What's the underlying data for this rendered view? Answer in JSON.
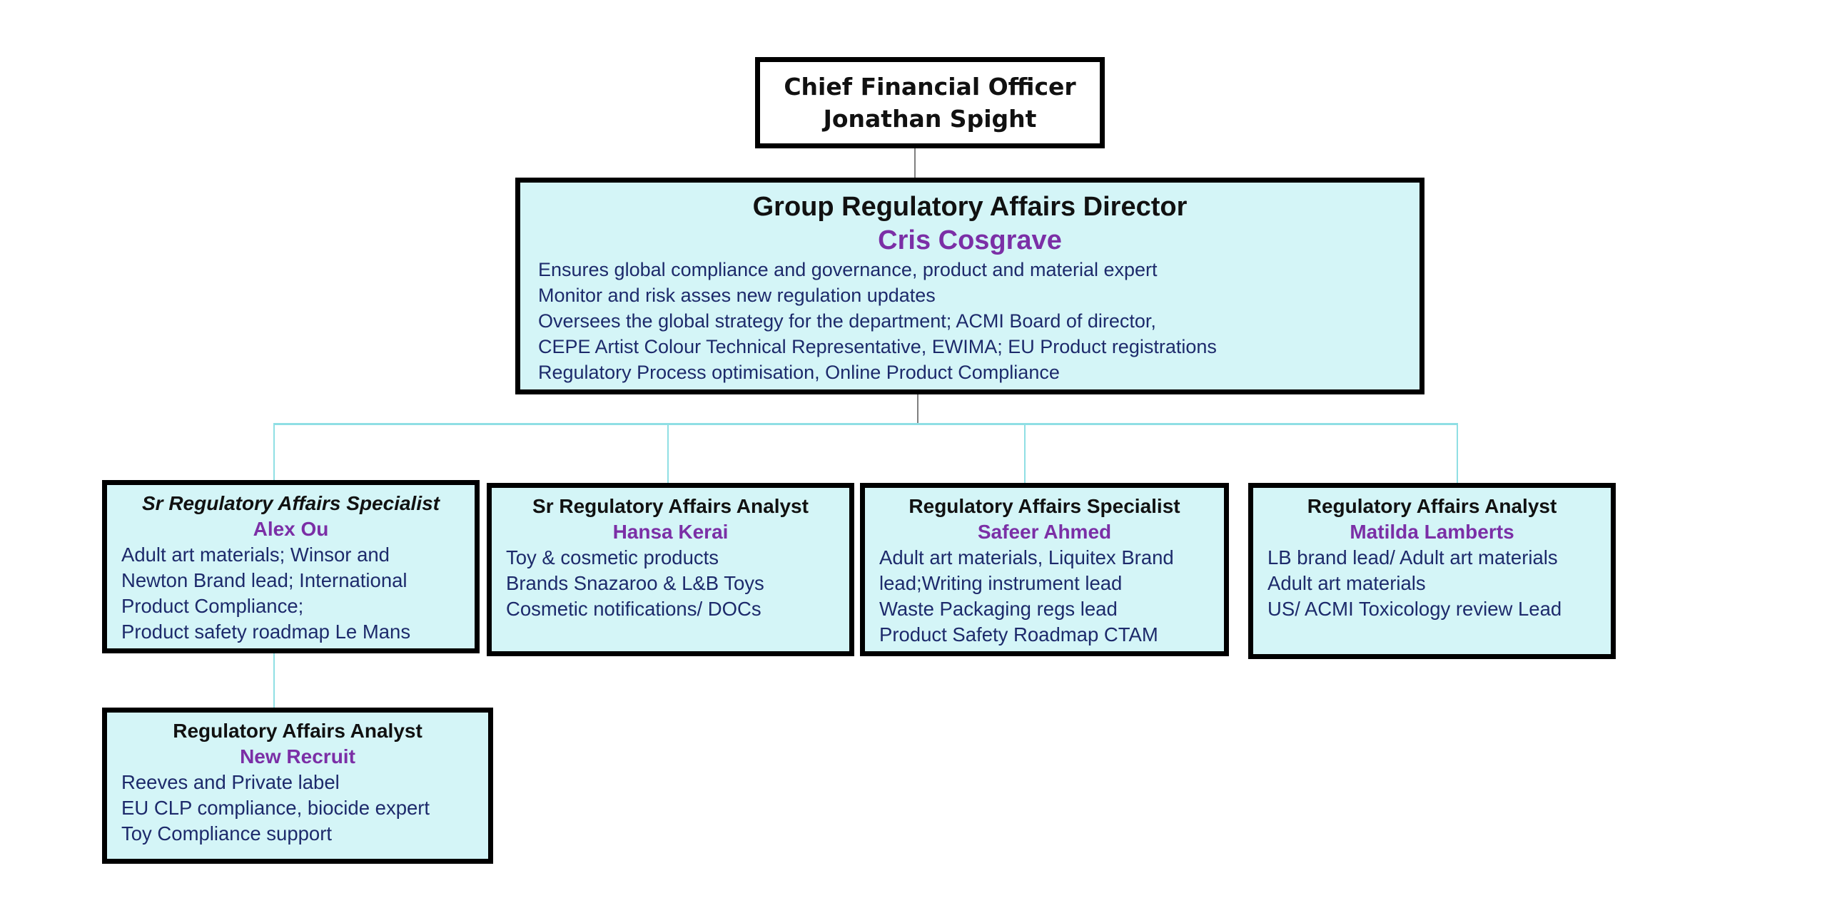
{
  "colors": {
    "box_fill": "#d4f5f7",
    "name": "#7b2fa6",
    "duty_text": "#1d2a6b",
    "connector_top": "#7f7f7f",
    "connector_team": "#8fdfe4"
  },
  "cfo": {
    "title": "Chief Financial Officer",
    "name": "Jonathan Spight"
  },
  "director": {
    "title": "Group Regulatory Affairs Director",
    "name": "Cris Cosgrave",
    "duties": [
      "Ensures global compliance and governance, product and material expert",
      "Monitor and risk asses new regulation updates",
      "Oversees the global strategy for the department; ACMI Board of director,",
      "CEPE Artist Colour Technical Representative, EWIMA; EU Product registrations",
      "Regulatory Process optimisation, Online Product Compliance"
    ]
  },
  "reports": [
    {
      "title": "Sr Regulatory Affairs Specialist",
      "name": "Alex Ou",
      "duties": [
        "Adult art materials; Winsor and",
        "Newton Brand lead; International",
        "Product Compliance;",
        "Product safety roadmap Le Mans"
      ]
    },
    {
      "title": "Sr Regulatory Affairs Analyst",
      "name": "Hansa Kerai",
      "duties": [
        "Toy & cosmetic products",
        "Brands Snazaroo & L&B Toys",
        "Cosmetic notifications/ DOCs"
      ]
    },
    {
      "title": "Regulatory Affairs Specialist",
      "name": "Safeer Ahmed",
      "duties": [
        "Adult art materials, Liquitex Brand",
        "lead;Writing instrument lead",
        "Waste Packaging regs lead",
        "Product Safety Roadmap CTAM"
      ]
    },
    {
      "title": "Regulatory Affairs Analyst",
      "name": "Matilda Lamberts",
      "duties": [
        "LB brand lead/ Adult art materials",
        "Adult art materials",
        "US/ ACMI Toxicology review Lead"
      ]
    },
    {
      "title": "Regulatory Affairs Analyst",
      "name": "New Recruit",
      "duties": [
        "Reeves and Private label",
        "EU CLP compliance, biocide expert",
        "Toy Compliance support"
      ]
    }
  ]
}
